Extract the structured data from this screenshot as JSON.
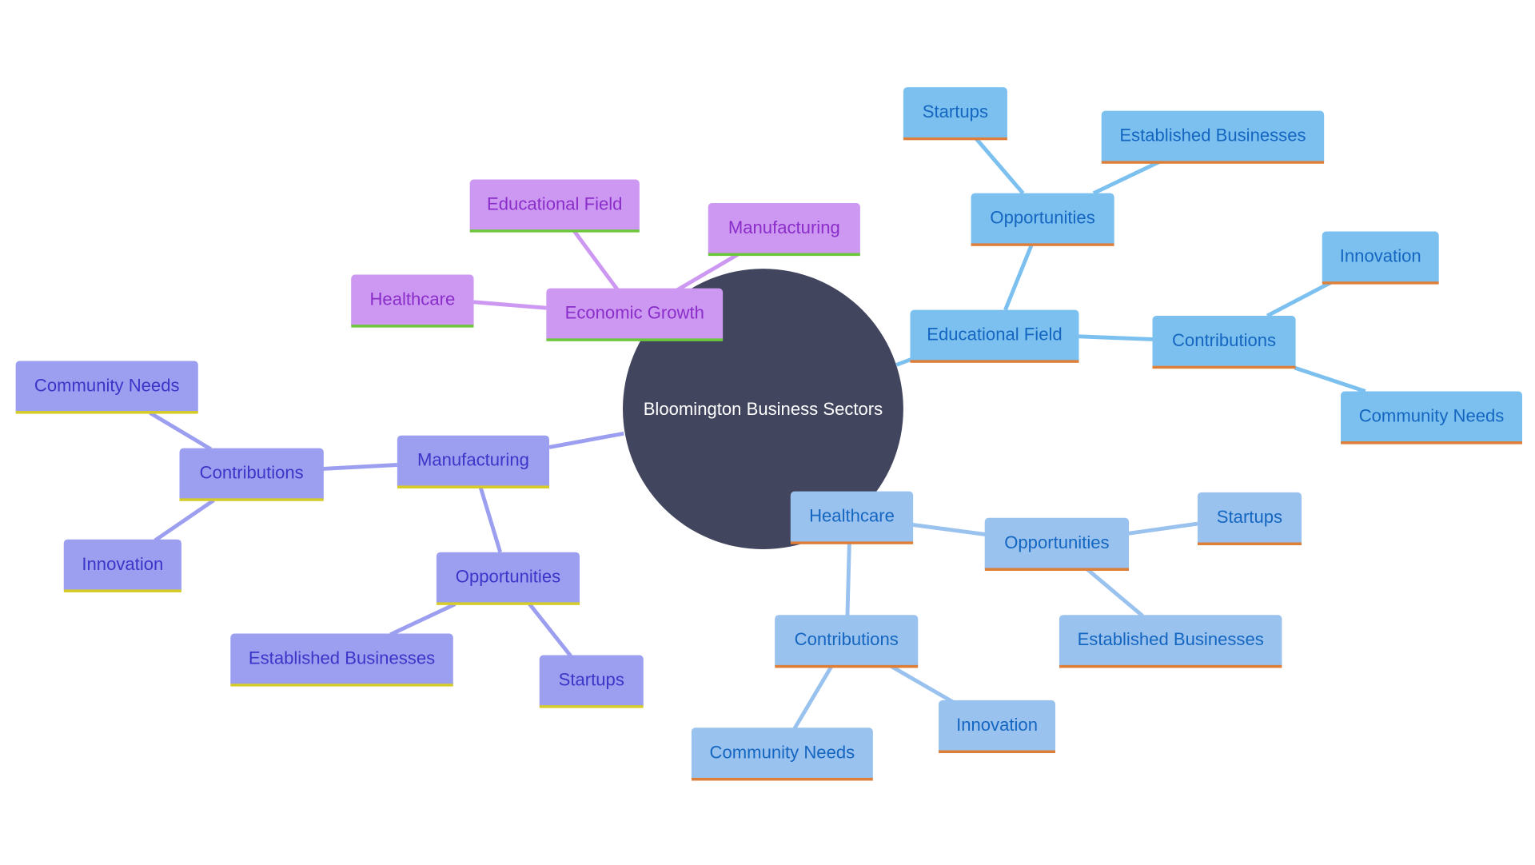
{
  "center": {
    "label": "Bloomington Business Sectors"
  },
  "colors": {
    "background": "#ffffff",
    "center_fill": "#41455e",
    "center_text": "#ffffff",
    "educational_branch": "#7cc0f0",
    "healthcare_branch": "#99c2ef",
    "manufacturing_branch": "#9c9ff0",
    "economic_growth_branch": "#cd98f2",
    "blue_text": "#1466c0",
    "indigo_text": "#3b35c8",
    "purple_text": "#8a2dc9",
    "orange_underline": "#dd7f38",
    "yellow_underline": "#d6cc29",
    "green_underline": "#6cc73a"
  },
  "branches": {
    "economic_growth": {
      "label": "Economic Growth",
      "children": [
        "Educational Field",
        "Manufacturing",
        "Healthcare"
      ]
    },
    "educational_field": {
      "label": "Educational Field",
      "opportunities": {
        "label": "Opportunities",
        "children": [
          "Startups",
          "Established Businesses"
        ]
      },
      "contributions": {
        "label": "Contributions",
        "children": [
          "Innovation",
          "Community Needs"
        ]
      }
    },
    "manufacturing": {
      "label": "Manufacturing",
      "contributions": {
        "label": "Contributions",
        "children": [
          "Community Needs",
          "Innovation"
        ]
      },
      "opportunities": {
        "label": "Opportunities",
        "children": [
          "Established Businesses",
          "Startups"
        ]
      }
    },
    "healthcare": {
      "label": "Healthcare",
      "opportunities": {
        "label": "Opportunities",
        "children": [
          "Startups",
          "Established Businesses"
        ]
      },
      "contributions": {
        "label": "Contributions",
        "children": [
          "Community Needs",
          "Innovation"
        ]
      }
    }
  }
}
